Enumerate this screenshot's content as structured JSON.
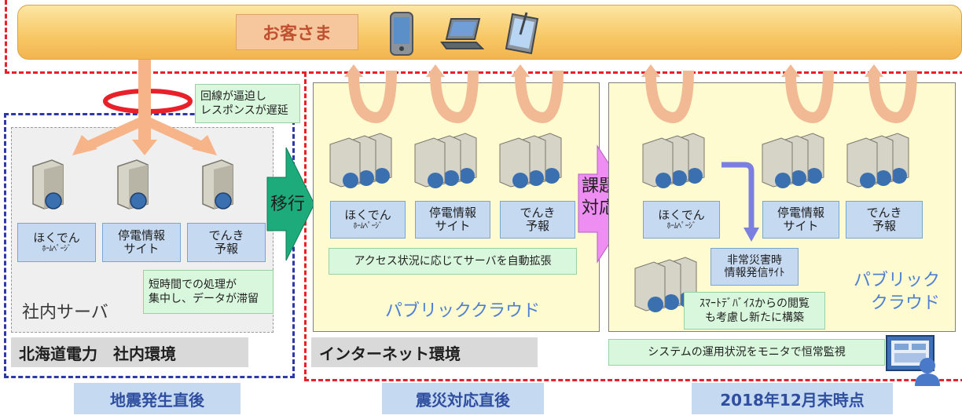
{
  "customer": {
    "label": "お客さま",
    "devices": [
      "smartphone-icon",
      "laptop-icon",
      "tablet-icon"
    ]
  },
  "phase1": {
    "callout": [
      "回線が逼迫し",
      "レスポンスが遅延"
    ],
    "services": [
      {
        "line1": "ほくでん",
        "line2": "ﾎｰﾑﾍﾟｰｼﾞ"
      },
      {
        "line1": "停電情報",
        "line2": "サイト"
      },
      {
        "line1": "でんき",
        "line2": "予報"
      }
    ],
    "note": [
      "短時間での処理が",
      "集中し、データが滞留"
    ],
    "server_label": "社内サーバ",
    "env_label": "北海道電力　社内環境",
    "phase_label": "地震発生直後"
  },
  "migration_label": "移行",
  "phase2": {
    "services": [
      {
        "line1": "ほくでん",
        "line2": "ﾎｰﾑﾍﾟｰｼﾞ"
      },
      {
        "line1": "停電情報",
        "line2": "サイト"
      },
      {
        "line1": "でんき",
        "line2": "予報"
      }
    ],
    "note": "アクセス状況に応じてサーバを自動拡張",
    "cloud_label": "パブリッククラウド",
    "env_label": "インターネット環境",
    "phase_label": "震災対応直後"
  },
  "issue_label": [
    "課題",
    "対応"
  ],
  "phase3": {
    "services": [
      {
        "line1": "ほくでん",
        "line2": "ﾎｰﾑﾍﾟｰｼﾞ"
      },
      {
        "line1": "停電情報",
        "line2": "サイト"
      },
      {
        "line1": "でんき",
        "line2": "予報"
      }
    ],
    "disaster_site": [
      "非常災害時",
      "情報発信ｻｲﾄ"
    ],
    "smart_note": [
      "ｽﾏｰﾄﾃﾞﾊﾞｲｽからの閲覧",
      "も考慮し新たに構築"
    ],
    "cloud_label": [
      "パブリック",
      "クラウド"
    ],
    "monitor_note": "システムの運用状況をモニタで恒常監視",
    "phase_label": "2018年12月末時点"
  }
}
